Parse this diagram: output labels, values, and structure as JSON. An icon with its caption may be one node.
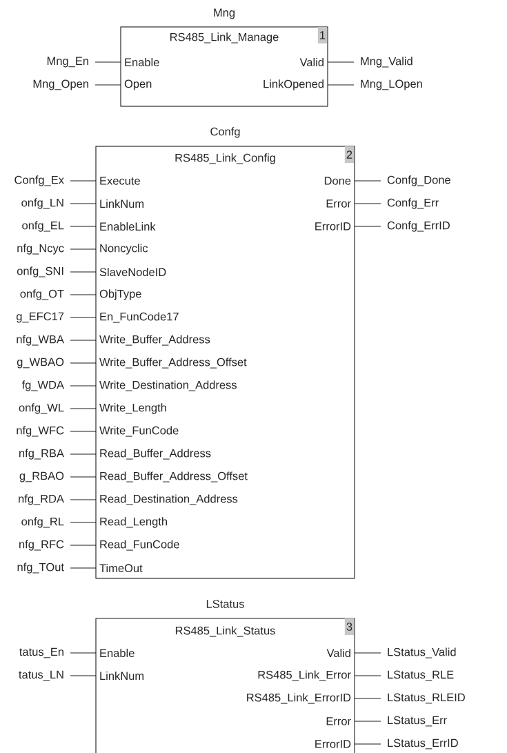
{
  "diagram": {
    "nodes": [
      {
        "text": [
          "Mng",
          "RS485_Link_Manage",
          "1"
        ]
      },
      {
        "text": [
          "Enable"
        ],
        "in": 0
      },
      {
        "text": [
          "Open"
        ],
        "in": 0
      },
      {
        "text": [
          "Valid"
        ],
        "in": 0
      },
      {
        "text": [
          "LinkOpened"
        ],
        "in": 0
      },
      {
        "text": [
          "Mng_En"
        ]
      },
      {
        "text": [
          "Mng_Open"
        ]
      },
      {
        "text": [
          "Mng_Valid"
        ]
      },
      {
        "text": [
          "Mng_LOpen"
        ]
      },
      {
        "text": [
          "Confg",
          "RS485_Link_Config",
          "2"
        ]
      },
      {
        "text": [
          "Execute"
        ],
        "in": 9
      },
      {
        "text": [
          "LinkNum"
        ],
        "in": 9
      },
      {
        "text": [
          "EnableLink"
        ],
        "in": 9
      },
      {
        "text": [
          "Noncyclic"
        ],
        "in": 9
      },
      {
        "text": [
          "SlaveNodeID"
        ],
        "in": 9
      },
      {
        "text": [
          "ObjType"
        ],
        "in": 9
      },
      {
        "text": [
          "En_FunCode17"
        ],
        "in": 9
      },
      {
        "text": [
          "Write_Buffer_Address"
        ],
        "in": 9
      },
      {
        "text": [
          "Write_Buffer_Address_Offset"
        ],
        "in": 9
      },
      {
        "text": [
          "Write_Destination_Address"
        ],
        "in": 9
      },
      {
        "text": [
          "Write_Length"
        ],
        "in": 9
      },
      {
        "text": [
          "Write_FunCode"
        ],
        "in": 9
      },
      {
        "text": [
          "Read_Buffer_Address"
        ],
        "in": 9
      },
      {
        "text": [
          "Read_Buffer_Address_Offset"
        ],
        "in": 9
      },
      {
        "text": [
          "Read_Destination_Address"
        ],
        "in": 9
      },
      {
        "text": [
          "Read_Length"
        ],
        "in": 9
      },
      {
        "text": [
          "Read_FunCode"
        ],
        "in": 9
      },
      {
        "text": [
          "TimeOut"
        ],
        "in": 9
      },
      {
        "text": [
          "Done"
        ],
        "in": 9
      },
      {
        "text": [
          "Error"
        ],
        "in": 9
      },
      {
        "text": [
          "ErrorID"
        ],
        "in": 9
      },
      {
        "text": [
          "Confg_Ex"
        ]
      },
      {
        "text": [
          "onfg_LN"
        ]
      },
      {
        "text": [
          "onfg_EL"
        ]
      },
      {
        "text": [
          "nfg_Ncyc"
        ]
      },
      {
        "text": [
          "onfg_SNI"
        ]
      },
      {
        "text": [
          "onfg_OT"
        ]
      },
      {
        "text": [
          "g_EFC17"
        ]
      },
      {
        "text": [
          "nfg_WBA"
        ]
      },
      {
        "text": [
          "g_WBAO"
        ]
      },
      {
        "text": [
          "fg_WDA"
        ]
      },
      {
        "text": [
          "onfg_WL"
        ]
      },
      {
        "text": [
          "nfg_WFC"
        ]
      },
      {
        "text": [
          "nfg_RBA"
        ]
      },
      {
        "text": [
          "g_RBAO"
        ]
      },
      {
        "text": [
          "nfg_RDA"
        ]
      },
      {
        "text": [
          "onfg_RL"
        ]
      },
      {
        "text": [
          "nfg_RFC"
        ]
      },
      {
        "text": [
          "nfg_TOut"
        ]
      },
      {
        "text": [
          "Confg_Done"
        ]
      },
      {
        "text": [
          "Confg_Err"
        ]
      },
      {
        "text": [
          "Confg_ErrID"
        ]
      },
      {
        "text": [
          "LStatus",
          "RS485_Link_Status",
          "3"
        ]
      },
      {
        "text": [
          "Enable"
        ],
        "in": 52
      },
      {
        "text": [
          "LinkNum"
        ],
        "in": 52
      },
      {
        "text": [
          "Valid"
        ],
        "in": 52
      },
      {
        "text": [
          "RS485_Link_Error"
        ],
        "in": 52
      },
      {
        "text": [
          "RS485_Link_ErrorID"
        ],
        "in": 52
      },
      {
        "text": [
          "Error"
        ],
        "in": 52
      },
      {
        "text": [
          "ErrorID"
        ],
        "in": 52
      },
      {
        "text": [
          "tatus_En"
        ]
      },
      {
        "text": [
          "tatus_LN"
        ]
      },
      {
        "text": [
          "LStatus_Valid"
        ]
      },
      {
        "text": [
          "LStatus_RLE"
        ]
      },
      {
        "text": [
          "LStatus_RLEID"
        ]
      },
      {
        "text": [
          "LStatus_Err"
        ]
      },
      {
        "text": [
          "LStatus_ErrID"
        ]
      }
    ],
    "edges": [
      {
        "from": 5,
        "to": 1,
        "arrow": "none"
      },
      {
        "from": 6,
        "to": 2,
        "arrow": "none"
      },
      {
        "from": 3,
        "to": 7,
        "arrow": "none"
      },
      {
        "from": 4,
        "to": 8,
        "arrow": "none"
      },
      {
        "from": 31,
        "to": 10,
        "arrow": "none"
      },
      {
        "from": 32,
        "to": 11,
        "arrow": "none"
      },
      {
        "from": 33,
        "to": 12,
        "arrow": "none"
      },
      {
        "from": 34,
        "to": 13,
        "arrow": "none"
      },
      {
        "from": 35,
        "to": 14,
        "arrow": "none"
      },
      {
        "from": 36,
        "to": 15,
        "arrow": "none"
      },
      {
        "from": 37,
        "to": 16,
        "arrow": "none"
      },
      {
        "from": 38,
        "to": 17,
        "arrow": "none"
      },
      {
        "from": 39,
        "to": 18,
        "arrow": "none"
      },
      {
        "from": 40,
        "to": 19,
        "arrow": "none"
      },
      {
        "from": 41,
        "to": 20,
        "arrow": "none"
      },
      {
        "from": 42,
        "to": 21,
        "arrow": "none"
      },
      {
        "from": 43,
        "to": 22,
        "arrow": "none"
      },
      {
        "from": 44,
        "to": 23,
        "arrow": "none"
      },
      {
        "from": 45,
        "to": 24,
        "arrow": "none"
      },
      {
        "from": 46,
        "to": 25,
        "arrow": "none"
      },
      {
        "from": 47,
        "to": 26,
        "arrow": "none"
      },
      {
        "from": 48,
        "to": 27,
        "arrow": "none"
      },
      {
        "from": 28,
        "to": 49,
        "arrow": "none"
      },
      {
        "from": 29,
        "to": 50,
        "arrow": "none"
      },
      {
        "from": 30,
        "to": 51,
        "arrow": "none"
      },
      {
        "from": 60,
        "to": 53,
        "arrow": "none"
      },
      {
        "from": 61,
        "to": 54,
        "arrow": "none"
      },
      {
        "from": 55,
        "to": 62,
        "arrow": "none"
      },
      {
        "from": 56,
        "to": 63,
        "arrow": "none"
      },
      {
        "from": 57,
        "to": 64,
        "arrow": "none"
      },
      {
        "from": 58,
        "to": 65,
        "arrow": "none"
      },
      {
        "from": 59,
        "to": 66,
        "arrow": "none"
      }
    ]
  }
}
